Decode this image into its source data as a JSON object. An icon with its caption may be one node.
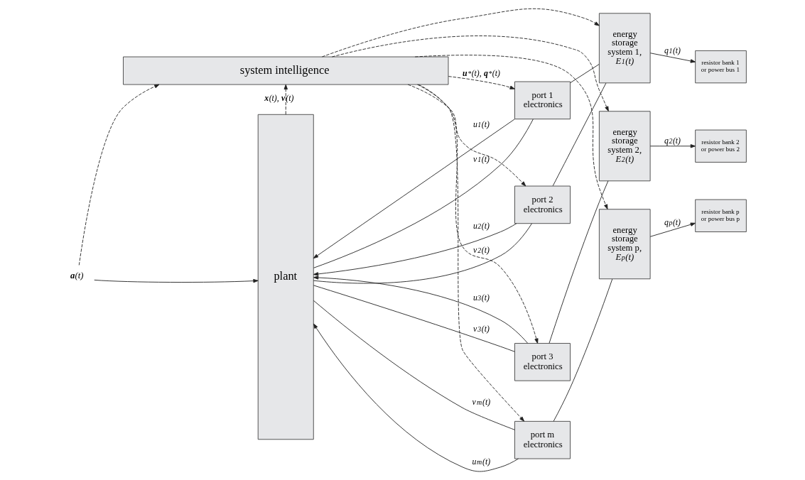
{
  "diagram": {
    "nodes": [
      {
        "text": [
          "system intelligence"
        ]
      },
      {
        "text": [
          "plant"
        ]
      },
      {
        "text": [
          "port 1 electronics"
        ]
      },
      {
        "text": [
          "port 2 electronics"
        ]
      },
      {
        "text": [
          "port 3 electronics"
        ]
      },
      {
        "text": [
          "port m electronics"
        ]
      },
      {
        "text": [
          "energy storage system 1, *E$^{1}$(t)*"
        ]
      },
      {
        "text": [
          "energy storage system 2, *E$^{2}$(t)*"
        ]
      },
      {
        "text": [
          "energy storage system p, *E$^{p}$(t)*"
        ]
      },
      {
        "text": [
          "resistor bank 1 or power bus 1"
        ]
      },
      {
        "text": [
          "resistor bank 2 or power bus 2"
        ]
      },
      {
        "text": [
          "resistor bank p or power bus p"
        ]
      },
      {
        "text": [
          "**a**(t)"
        ]
      }
    ],
    "edges": [
      {
        "from": 12,
        "to": 1,
        "arrow": "to"
      },
      {
        "from": 12,
        "to": 0,
        "arrow": "to",
        "style": "dashed"
      },
      {
        "from": 1,
        "to": 0,
        "arrow": "to",
        "style": "dashed",
        "label": "**x**(t), **v**(t)"
      },
      {
        "from": 0,
        "to": 2,
        "arrow": "to",
        "style": "dashed",
        "label": "**u**$^{*}$(t), **q**$^{*}$(t)"
      },
      {
        "from": 0,
        "to": 3,
        "arrow": "to",
        "style": "dashed"
      },
      {
        "from": 0,
        "to": 4,
        "arrow": "to",
        "style": "dashed"
      },
      {
        "from": 0,
        "to": 5,
        "arrow": "to",
        "style": "dashed"
      },
      {
        "from": 0,
        "to": 6,
        "arrow": "to",
        "style": "dashed"
      },
      {
        "from": 0,
        "to": 7,
        "arrow": "to",
        "style": "dashed"
      },
      {
        "from": 0,
        "to": 8,
        "arrow": "to",
        "style": "dashed"
      },
      {
        "from": 2,
        "to": 1,
        "arrow": "to",
        "label": "u$_{1}$(t)"
      },
      {
        "from": 2,
        "to": 1,
        "arrow": "none",
        "label": "v$_{1}$(t)"
      },
      {
        "from": 3,
        "to": 1,
        "arrow": "to",
        "label": "u$_{2}$(t)"
      },
      {
        "from": 3,
        "to": 1,
        "arrow": "none",
        "label": "v$_{2}$(t)"
      },
      {
        "from": 4,
        "to": 1,
        "arrow": "to",
        "label": "u$_{3}$(t)"
      },
      {
        "from": 4,
        "to": 1,
        "arrow": "none",
        "label": "v$_{3}$(t)"
      },
      {
        "from": 5,
        "to": 1,
        "arrow": "to",
        "label": "u$_{m}$(t)"
      },
      {
        "from": 5,
        "to": 1,
        "arrow": "none",
        "label": "v$_{m}$(t)"
      },
      {
        "from": 2,
        "to": 6,
        "arrow": "none"
      },
      {
        "from": 3,
        "to": 6,
        "arrow": "none"
      },
      {
        "from": 4,
        "to": 7,
        "arrow": "none"
      },
      {
        "from": 5,
        "to": 8,
        "arrow": "none"
      },
      {
        "from": 6,
        "to": 9,
        "arrow": "to",
        "label": "q$^{1}$(t)"
      },
      {
        "from": 7,
        "to": 10,
        "arrow": "to",
        "label": "q$^{2}$(t)"
      },
      {
        "from": 8,
        "to": 11,
        "arrow": "to",
        "label": "q$^{p}$(t)"
      }
    ]
  }
}
